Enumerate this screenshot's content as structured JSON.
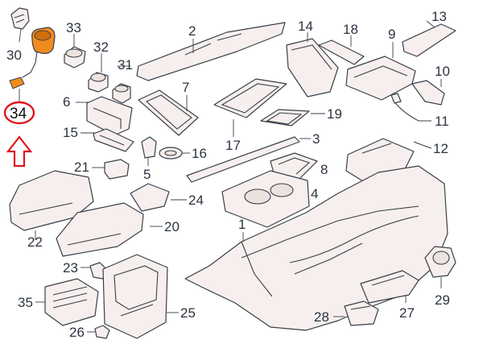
{
  "labels": {
    "p1": "1",
    "p2": "2",
    "p3": "3",
    "p4": "4",
    "p5": "5",
    "p6": "6",
    "p7": "7",
    "p8": "8",
    "p9": "9",
    "p10": "10",
    "p11": "11",
    "p12": "12",
    "p13": "13",
    "p14": "14",
    "p15": "15",
    "p16": "16",
    "p17": "17",
    "p18": "18",
    "p19": "19",
    "p20": "20",
    "p21": "21",
    "p22": "22",
    "p23": "23",
    "p24": "24",
    "p25": "25",
    "p26": "26",
    "p27": "27",
    "p28": "28",
    "p29": "29",
    "p30": "30",
    "p31": "31",
    "p32": "32",
    "p33": "33",
    "p34": "34",
    "p35": "35"
  },
  "highlight": {
    "part": "34",
    "circle_color": "#e0151b",
    "arrow_color": "#e0151b",
    "socket_color": "#f08c1e"
  }
}
